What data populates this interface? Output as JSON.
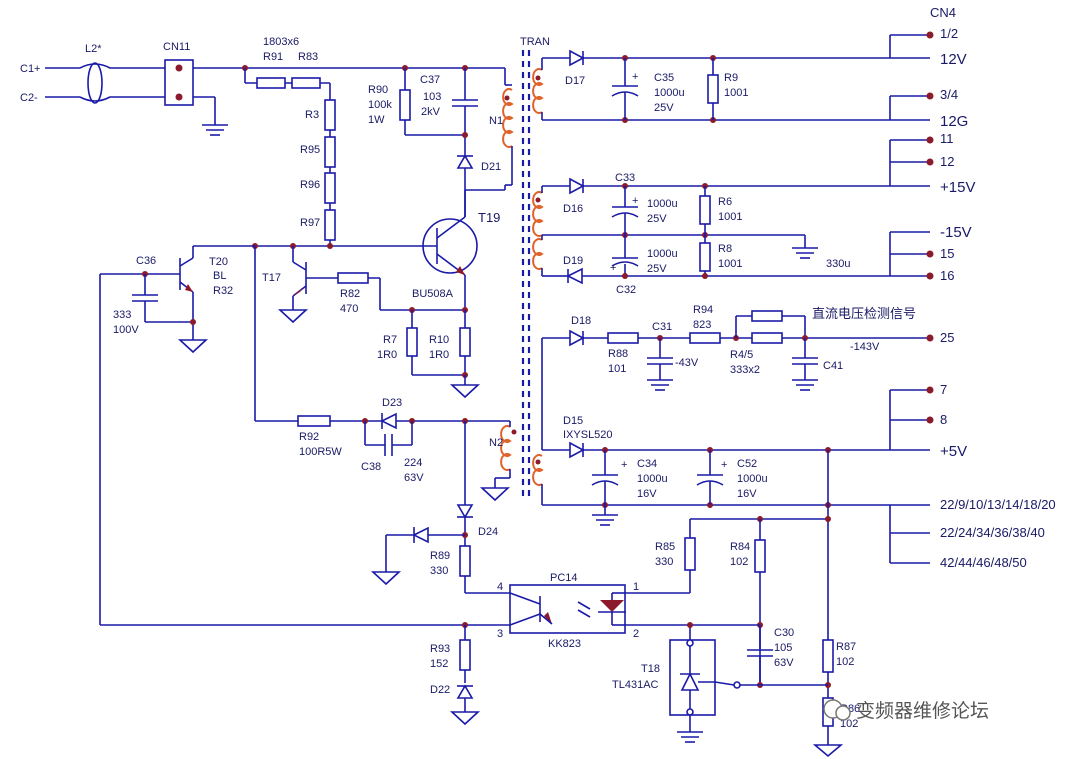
{
  "inputs": {
    "c1": "C1+",
    "c2": "C2-",
    "l2": "L2*",
    "cn11": "CN11"
  },
  "primary": {
    "r_series_title": "1803x6",
    "r91": "R91",
    "r83": "R83",
    "r3": "R3",
    "r95": "R95",
    "r96": "R96",
    "r97": "R97",
    "r90": "R90",
    "r90_val1": "100k",
    "r90_val2": "1W",
    "c37": "C37",
    "c37_val1": "103",
    "c37_val2": "2kV",
    "n1": "N1",
    "d21": "D21",
    "t19": "T19",
    "t19_part": "BU508A",
    "t20": "T20",
    "t20_b": "BL",
    "t20_r": "R32",
    "c36": "C36",
    "c36_val1": "333",
    "c36_val2": "100V",
    "t17": "T17",
    "r82": "R82",
    "r82_val": "470",
    "r7": "R7",
    "r7_val": "1R0",
    "r10": "R10",
    "r10_val": "1R0",
    "r92": "R92",
    "r92_val": "100R5W",
    "d23": "D23",
    "c38": "C38",
    "c38_val1": "224",
    "c38_val2": "63V",
    "n2": "N2",
    "d24": "D24",
    "r89": "R89",
    "r89_val": "330",
    "r93": "R93",
    "r93_val": "152",
    "d22": "D22"
  },
  "transformer": {
    "label": "TRAN"
  },
  "secondary": {
    "d17": "D17",
    "c35": "C35",
    "c35_val1": "1000u",
    "c35_val2": "25V",
    "r9": "R9",
    "r9_val": "1001",
    "c33": "C33",
    "d16": "D16",
    "c33_val1": "1000u",
    "c33_val2": "25V",
    "r6": "R6",
    "r6_val": "1001",
    "d19": "D19",
    "c32": "C32",
    "c32_val1": "1000u",
    "c32_val2": "25V",
    "r8": "R8",
    "r8_val": "1001",
    "n330u": "330u",
    "d18": "D18",
    "r88": "R88",
    "r88_val": "101",
    "c31": "C31",
    "c31_v": "-43V",
    "r94": "R94",
    "r94_val": "823",
    "r45": "R4/5",
    "r45_val": "333x2",
    "c41": "C41",
    "signal_label": "直流电压检测信号",
    "neg143": "-143V",
    "d15": "D15",
    "d15_part": "IXYSL520",
    "c34": "C34",
    "c34_val1": "1000u",
    "c34_val2": "16V",
    "c52": "C52",
    "c52_val1": "1000u",
    "c52_val2": "16V",
    "r85": "R85",
    "r85_val": "330",
    "r84": "R84",
    "r84_val": "102",
    "pc14": "PC14",
    "kk823": "KK823",
    "c30": "C30",
    "c30_val1": "105",
    "c30_val2": "63V",
    "t18": "T18",
    "t18_part": "TL431AC",
    "r87": "R87",
    "r87_val": "102",
    "r86": "R86",
    "r86_val": "102",
    "pin4": "4",
    "pin3": "3",
    "pin1": "1",
    "pin2": "2"
  },
  "connector": {
    "title": "CN4",
    "rows": [
      {
        "pin": "1/2",
        "net": "12V"
      },
      {
        "pin": "3/4",
        "net": "12G"
      },
      {
        "pin": "11",
        "net": ""
      },
      {
        "pin": "12",
        "net": "+15V"
      },
      {
        "pin": "15",
        "net": "-15V"
      },
      {
        "pin": "16",
        "net": ""
      },
      {
        "pin": "25",
        "net": ""
      },
      {
        "pin": "7",
        "net": ""
      },
      {
        "pin": "8",
        "net": "+5V"
      }
    ],
    "gnd_groups": [
      "22/9/10/13/14/18/20",
      "22/24/34/36/38/40",
      "42/44/46/48/50"
    ]
  },
  "watermark": "变频器维修论坛",
  "colors": {
    "wire": "#1a1aa8",
    "coil": "#e0622a",
    "node": "#8b1a2a"
  }
}
